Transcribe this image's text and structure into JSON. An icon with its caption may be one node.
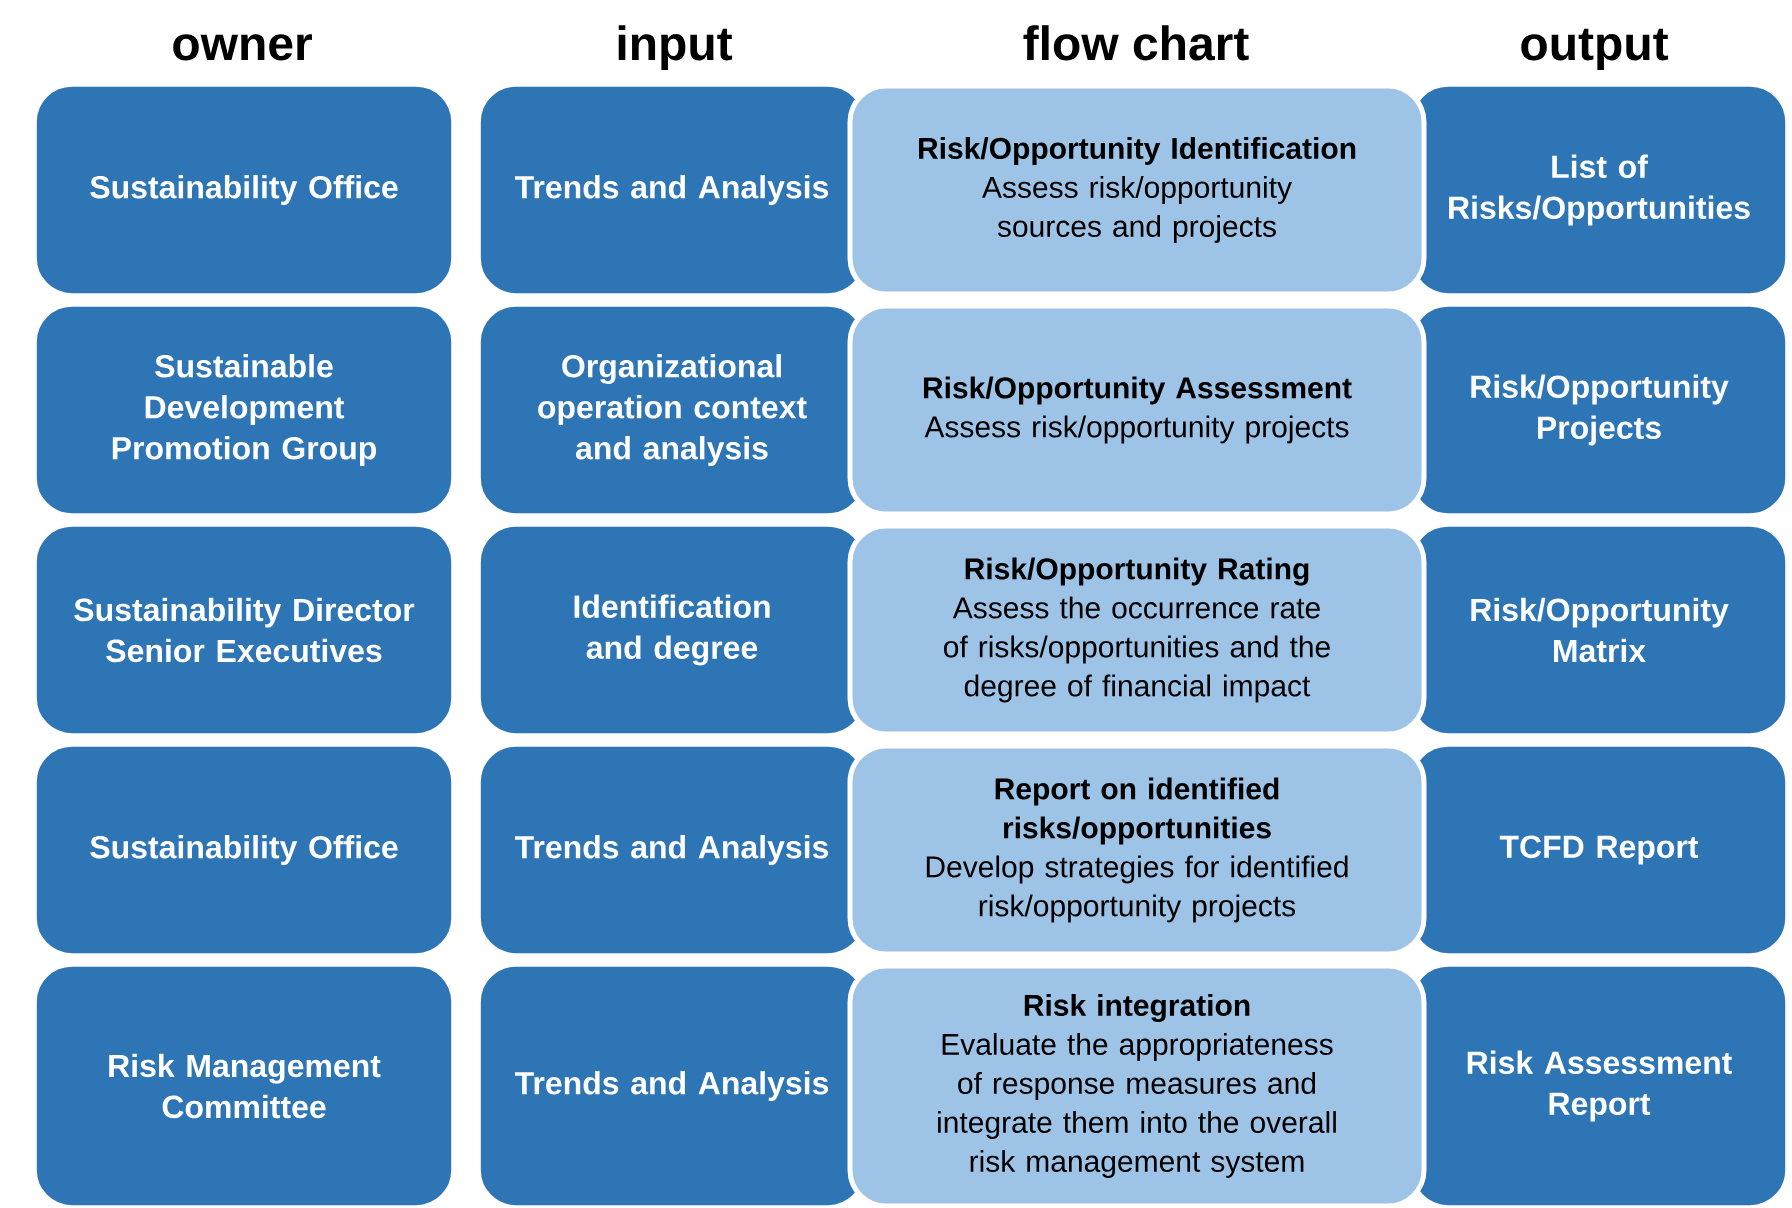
{
  "diagram": {
    "nodes": [
      {
        "text": [
          "Sustainability Office"
        ]
      },
      {
        "text": [
          "Trends and Analysis"
        ]
      },
      {
        "text": [
          "Risk/Opportunity Identification",
          "Assess risk/opportunity sources and projects"
        ]
      },
      {
        "text": [
          "List of Risks/Opportunities"
        ]
      },
      {
        "text": [
          "Sustainable Development Promotion Group"
        ]
      },
      {
        "text": [
          "Organizational operation context and analysis"
        ]
      },
      {
        "text": [
          "Risk/Opportunity Assessment",
          "Assess risk/opportunity projects"
        ]
      },
      {
        "text": [
          "Risk/Opportunity Projects"
        ]
      },
      {
        "text": [
          "Sustainability Director Senior Executives"
        ]
      },
      {
        "text": [
          "Identification and degree"
        ]
      },
      {
        "text": [
          "Risk/Opportunity Rating",
          "Assess the occurrence rate of risks/opportunities and the degree of financial impact"
        ]
      },
      {
        "text": [
          "Risk/Opportunity Matrix"
        ]
      },
      {
        "text": [
          "Sustainability Office"
        ]
      },
      {
        "text": [
          "Trends and Analysis"
        ]
      },
      {
        "text": [
          "Report on identified risks/opportunities",
          "Develop strategies for identified risk/opportunity projects"
        ]
      },
      {
        "text": [
          "TCFD Report"
        ]
      },
      {
        "text": [
          "Risk Management Committee"
        ]
      },
      {
        "text": [
          "Trends and Analysis"
        ]
      },
      {
        "text": [
          "Risk integration",
          "Evaluate the appropriateness of response measures and integrate them into the overall risk management system"
        ]
      },
      {
        "text": [
          "Risk Assessment Report"
        ]
      }
    ],
    "labels": [
      "owner",
      "input",
      "flow chart",
      "output"
    ]
  }
}
